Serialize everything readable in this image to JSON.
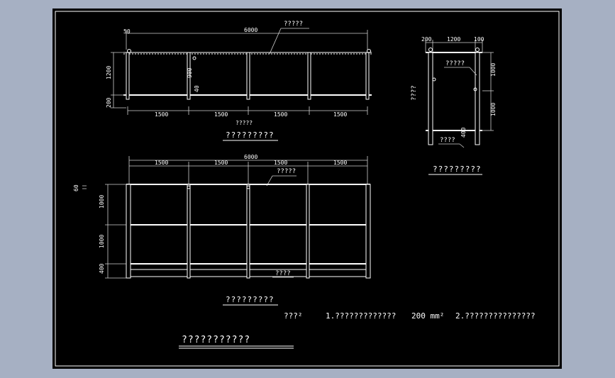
{
  "front_view": {
    "top_left_dim": "50",
    "overall_length": "6000",
    "callout": "?????",
    "height_upper": "1200",
    "height_lower": "200",
    "mid_dim_a": "900",
    "mid_dim_b": "40",
    "bay_dims": [
      "1500",
      "1500",
      "1500",
      "1500"
    ],
    "bottom_callout": "?????",
    "caption": "?????????"
  },
  "side_view": {
    "top_dims": [
      "200",
      "1200",
      "100"
    ],
    "left_label": "????",
    "callout_top": "?????",
    "callout_bottom": "????",
    "small_dim": "400",
    "right_dims": [
      "1000",
      "1000"
    ],
    "caption": "?????????"
  },
  "plan_view": {
    "overall_length": "6000",
    "bay_dims": [
      "1500",
      "1500",
      "1500",
      "1500"
    ],
    "callout_top": "?????",
    "callout_bottom": "????",
    "left_small_dim": "60",
    "left_dims": [
      "1000",
      "1000",
      "400"
    ],
    "caption": "?????????"
  },
  "notes": {
    "prefix": "???²",
    "item1": "1.?????????????",
    "item1_value": "200 mm²",
    "item2": "2.???????????????"
  },
  "title_block": {
    "title": "???????????"
  }
}
